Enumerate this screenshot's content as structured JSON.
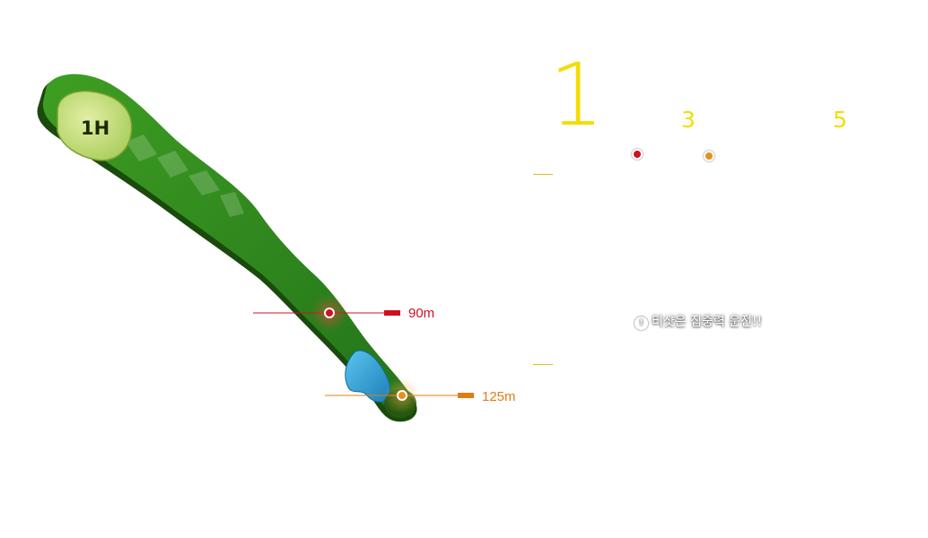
{
  "hole": {
    "green_label": "1H",
    "number": "1",
    "par_label": "3",
    "handicap_label": "5"
  },
  "distances": {
    "red": {
      "label": "90m",
      "color": "#d0101e"
    },
    "orange": {
      "label": "125m",
      "color": "#e07c14"
    }
  },
  "tip": {
    "icon": "exclamation-icon",
    "icon_glyph": "!",
    "text": "티샷은 집중력 운전!!"
  },
  "colors": {
    "fairway": "#2f8a1a",
    "rough_edge": "#1d5410",
    "green": "#c8e07a",
    "water": "#2a9fd0",
    "accent_yellow": "#f5dc00"
  }
}
